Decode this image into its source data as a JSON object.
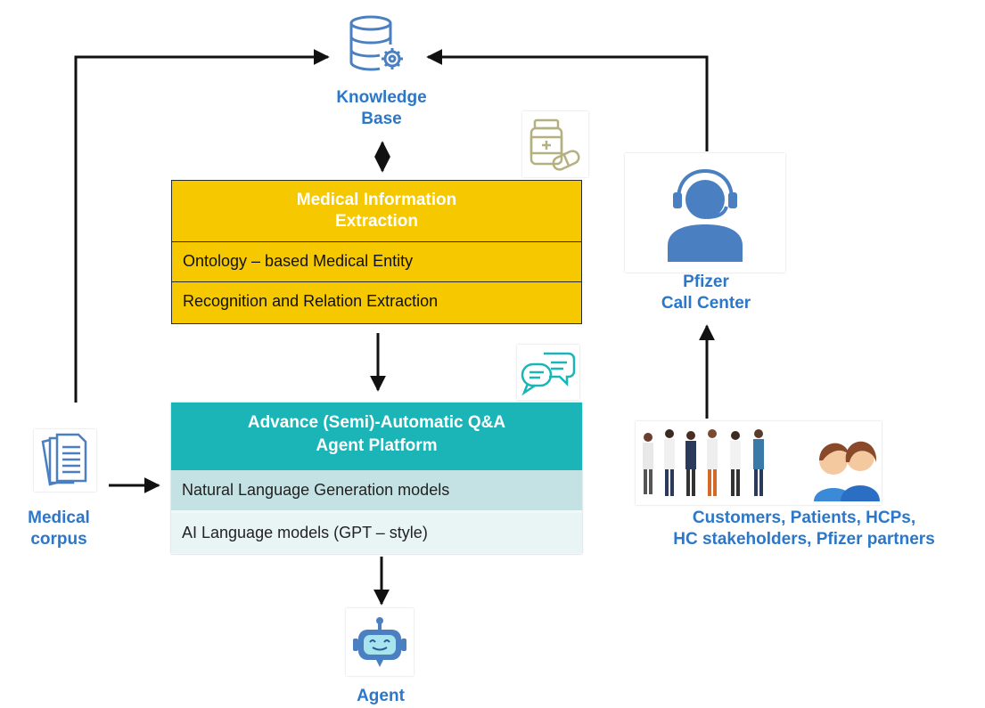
{
  "nodes": {
    "knowledge_base": "Knowledge\nBase",
    "pfizer_call_center": "Pfizer\nCall Center",
    "medical_corpus": "Medical\ncorpus",
    "agent": "Agent",
    "stakeholders": "Customers, Patients, HCPs,\nHC stakeholders, Pfizer partners"
  },
  "extraction_box": {
    "title": "Medical Information\nExtraction",
    "rows": [
      "Ontology – based Medical Entity",
      "Recognition and Relation Extraction"
    ]
  },
  "qa_box": {
    "title": "Advance (Semi)-Automatic Q&A\nAgent Platform",
    "rows": [
      "Natural Language Generation models",
      "AI Language models (GPT – style)"
    ]
  },
  "colors": {
    "label_blue": "#2b77c9",
    "extraction_yellow": "#f5c800",
    "qa_teal": "#1bb5b7",
    "icon_blue": "#4a7fc1"
  },
  "icons": [
    "database-gear-icon",
    "medicine-icon",
    "chat-bubbles-icon",
    "headset-person-icon",
    "documents-icon",
    "healthcare-people-icon",
    "robot-icon"
  ]
}
